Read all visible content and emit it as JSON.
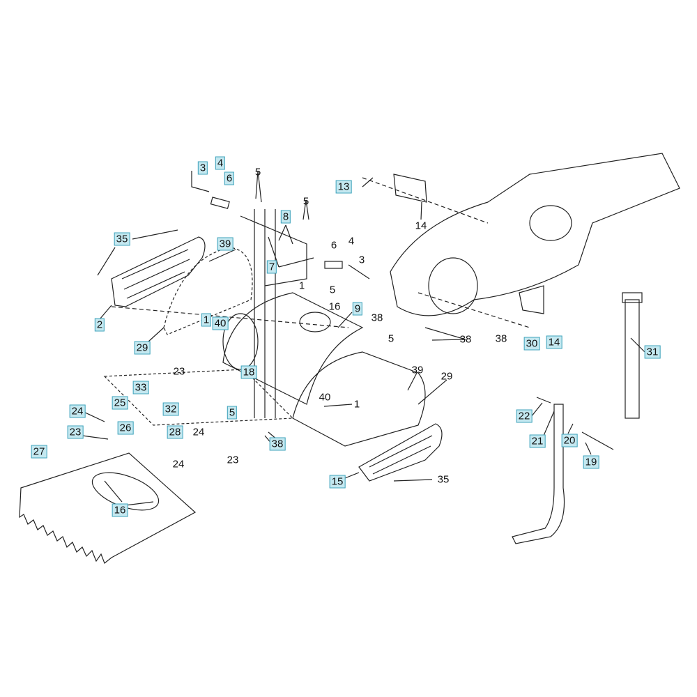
{
  "diagram": {
    "colors": {
      "callout_fill": "#c4e8f0",
      "callout_border": "#3fa3bb",
      "line": "#222222"
    },
    "callouts": [
      {
        "text": "3",
        "boxed": true
      },
      {
        "text": "4",
        "boxed": true
      },
      {
        "text": "6",
        "boxed": true
      },
      {
        "text": "5",
        "boxed": false
      },
      {
        "text": "5",
        "boxed": false
      },
      {
        "text": "8",
        "boxed": true
      },
      {
        "text": "35",
        "boxed": true
      },
      {
        "text": "39",
        "boxed": true
      },
      {
        "text": "7",
        "boxed": true
      },
      {
        "text": "6",
        "boxed": false
      },
      {
        "text": "4",
        "boxed": false
      },
      {
        "text": "3",
        "boxed": false
      },
      {
        "text": "1",
        "boxed": false
      },
      {
        "text": "5",
        "boxed": false
      },
      {
        "text": "16",
        "boxed": false
      },
      {
        "text": "9",
        "boxed": true
      },
      {
        "text": "2",
        "boxed": true
      },
      {
        "text": "29",
        "boxed": true
      },
      {
        "text": "1",
        "boxed": true
      },
      {
        "text": "40",
        "boxed": true
      },
      {
        "text": "18",
        "boxed": true
      },
      {
        "text": "23",
        "boxed": false
      },
      {
        "text": "33",
        "boxed": true
      },
      {
        "text": "25",
        "boxed": true
      },
      {
        "text": "32",
        "boxed": true
      },
      {
        "text": "5",
        "boxed": true
      },
      {
        "text": "24",
        "boxed": true
      },
      {
        "text": "23",
        "boxed": true
      },
      {
        "text": "26",
        "boxed": true
      },
      {
        "text": "28",
        "boxed": true
      },
      {
        "text": "24",
        "boxed": false
      },
      {
        "text": "24",
        "boxed": false
      },
      {
        "text": "23",
        "boxed": false
      },
      {
        "text": "38",
        "boxed": true
      },
      {
        "text": "27",
        "boxed": true
      },
      {
        "text": "16",
        "boxed": true
      },
      {
        "text": "13",
        "boxed": true
      },
      {
        "text": "14",
        "boxed": false
      },
      {
        "text": "38",
        "boxed": false
      },
      {
        "text": "38",
        "boxed": false
      },
      {
        "text": "38",
        "boxed": false
      },
      {
        "text": "30",
        "boxed": true
      },
      {
        "text": "14",
        "boxed": true
      },
      {
        "text": "31",
        "boxed": true
      },
      {
        "text": "5",
        "boxed": false
      },
      {
        "text": "39",
        "boxed": false
      },
      {
        "text": "29",
        "boxed": false
      },
      {
        "text": "40",
        "boxed": false
      },
      {
        "text": "1",
        "boxed": false
      },
      {
        "text": "15",
        "boxed": true
      },
      {
        "text": "35",
        "boxed": false
      },
      {
        "text": "22",
        "boxed": true
      },
      {
        "text": "21",
        "boxed": true
      },
      {
        "text": "20",
        "boxed": true
      },
      {
        "text": "19",
        "boxed": true
      }
    ]
  }
}
